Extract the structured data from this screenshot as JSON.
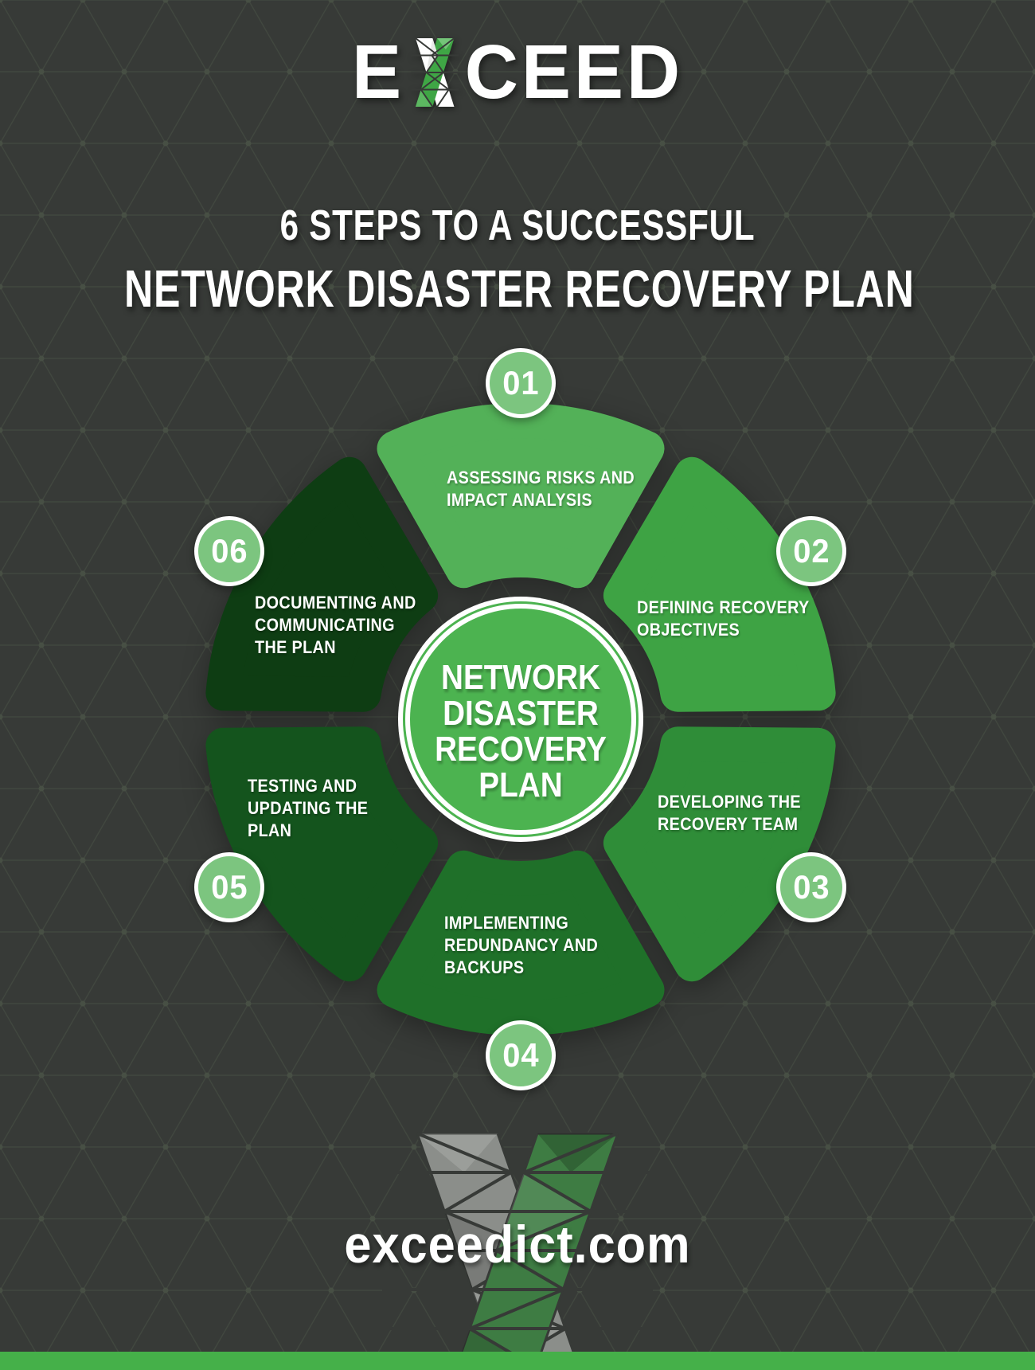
{
  "brand": {
    "logo_prefix": "E",
    "logo_suffix": "CEED",
    "logo_icon": "triangle-mosaic-x"
  },
  "title": {
    "line1": "6 STEPS TO A SUCCESSFUL",
    "line2": "NETWORK DISASTER RECOVERY PLAN"
  },
  "center_hub": {
    "lines": [
      "NETWORK",
      "DISASTER",
      "RECOVERY",
      "PLAN"
    ]
  },
  "steps": [
    {
      "number": "01",
      "color": "#53b158",
      "lines": [
        "ASSESSING RISKS AND",
        "IMPACT ANALYSIS",
        ""
      ]
    },
    {
      "number": "02",
      "color": "#3ea344",
      "lines": [
        "DEFINING RECOVERY",
        "OBJECTIVES",
        ""
      ]
    },
    {
      "number": "03",
      "color": "#2f8d38",
      "lines": [
        "DEVELOPING THE",
        "RECOVERY TEAM",
        ""
      ]
    },
    {
      "number": "04",
      "color": "#1f7029",
      "lines": [
        "IMPLEMENTING",
        "REDUNDANCY AND",
        "BACKUPS"
      ]
    },
    {
      "number": "05",
      "color": "#14541d",
      "lines": [
        "TESTING AND",
        "UPDATING THE",
        "PLAN"
      ]
    },
    {
      "number": "06",
      "color": "#0e3d13",
      "lines": [
        "DOCUMENTING AND",
        "COMMUNICATING",
        "THE PLAN"
      ]
    }
  ],
  "footer": {
    "website": "exceedict.com"
  },
  "colors": {
    "background": "#373a37",
    "pattern": "#4a5347",
    "dot": "#55614f",
    "badge_fill": "#7cc57f",
    "badge_border": "#ffffff",
    "center_fill": "#4cb350",
    "bar": "#45b049",
    "watermark_gray": "#8b8e8a",
    "watermark_green": "#3e7c43",
    "text": "#ffffff"
  }
}
